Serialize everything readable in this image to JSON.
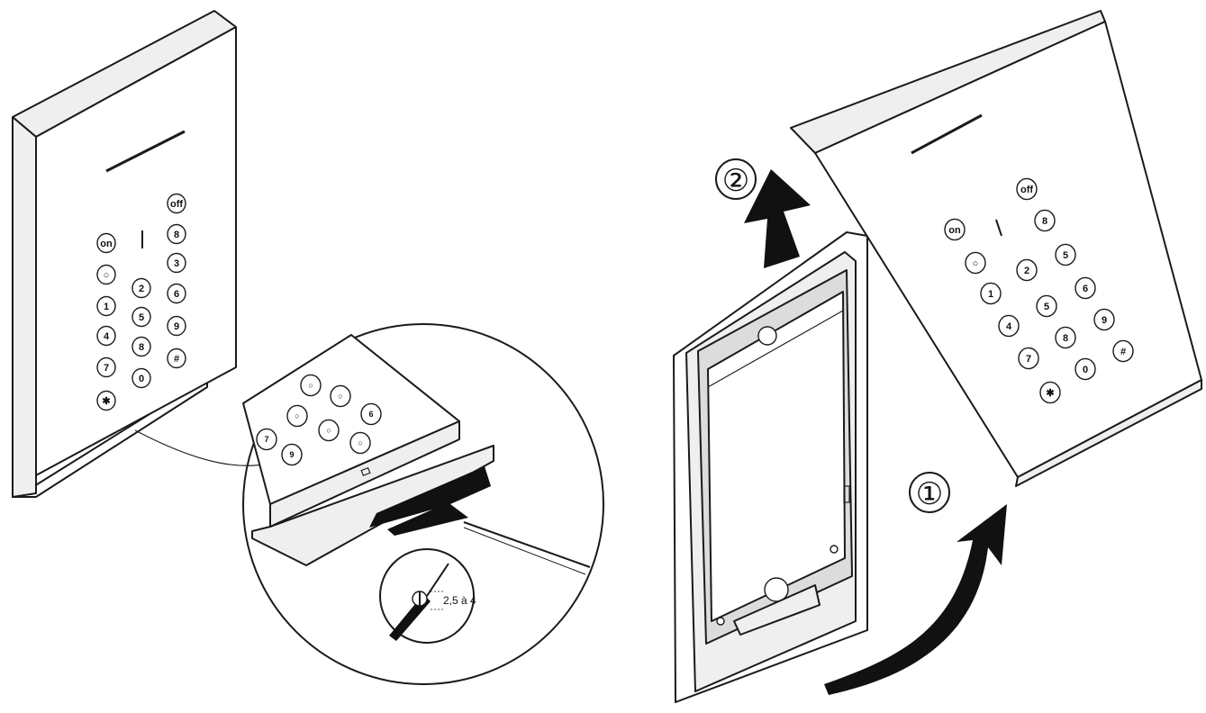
{
  "diagram": {
    "step_labels": [
      "②",
      "①"
    ],
    "dimension_label": "2,5 à 4",
    "left_keypad_keys": [
      "off",
      "on",
      "8",
      "○",
      "2",
      "3",
      "1",
      "5",
      "6",
      "4",
      "8",
      "9",
      "7",
      "0",
      "#",
      "✱"
    ],
    "right_keypad_keys": [
      "off",
      "on",
      "8",
      "○",
      "2",
      "5",
      "1",
      "5",
      "6",
      "4",
      "8",
      "9",
      "7",
      "0",
      "#",
      "✱"
    ],
    "zoom_keypad_keys": [
      "○",
      "○",
      "6",
      "○",
      "○",
      "○",
      "7",
      "9"
    ],
    "colors": {
      "line": "#1a1a1a",
      "fill": "#ffffff",
      "arrow": "#111111"
    }
  }
}
